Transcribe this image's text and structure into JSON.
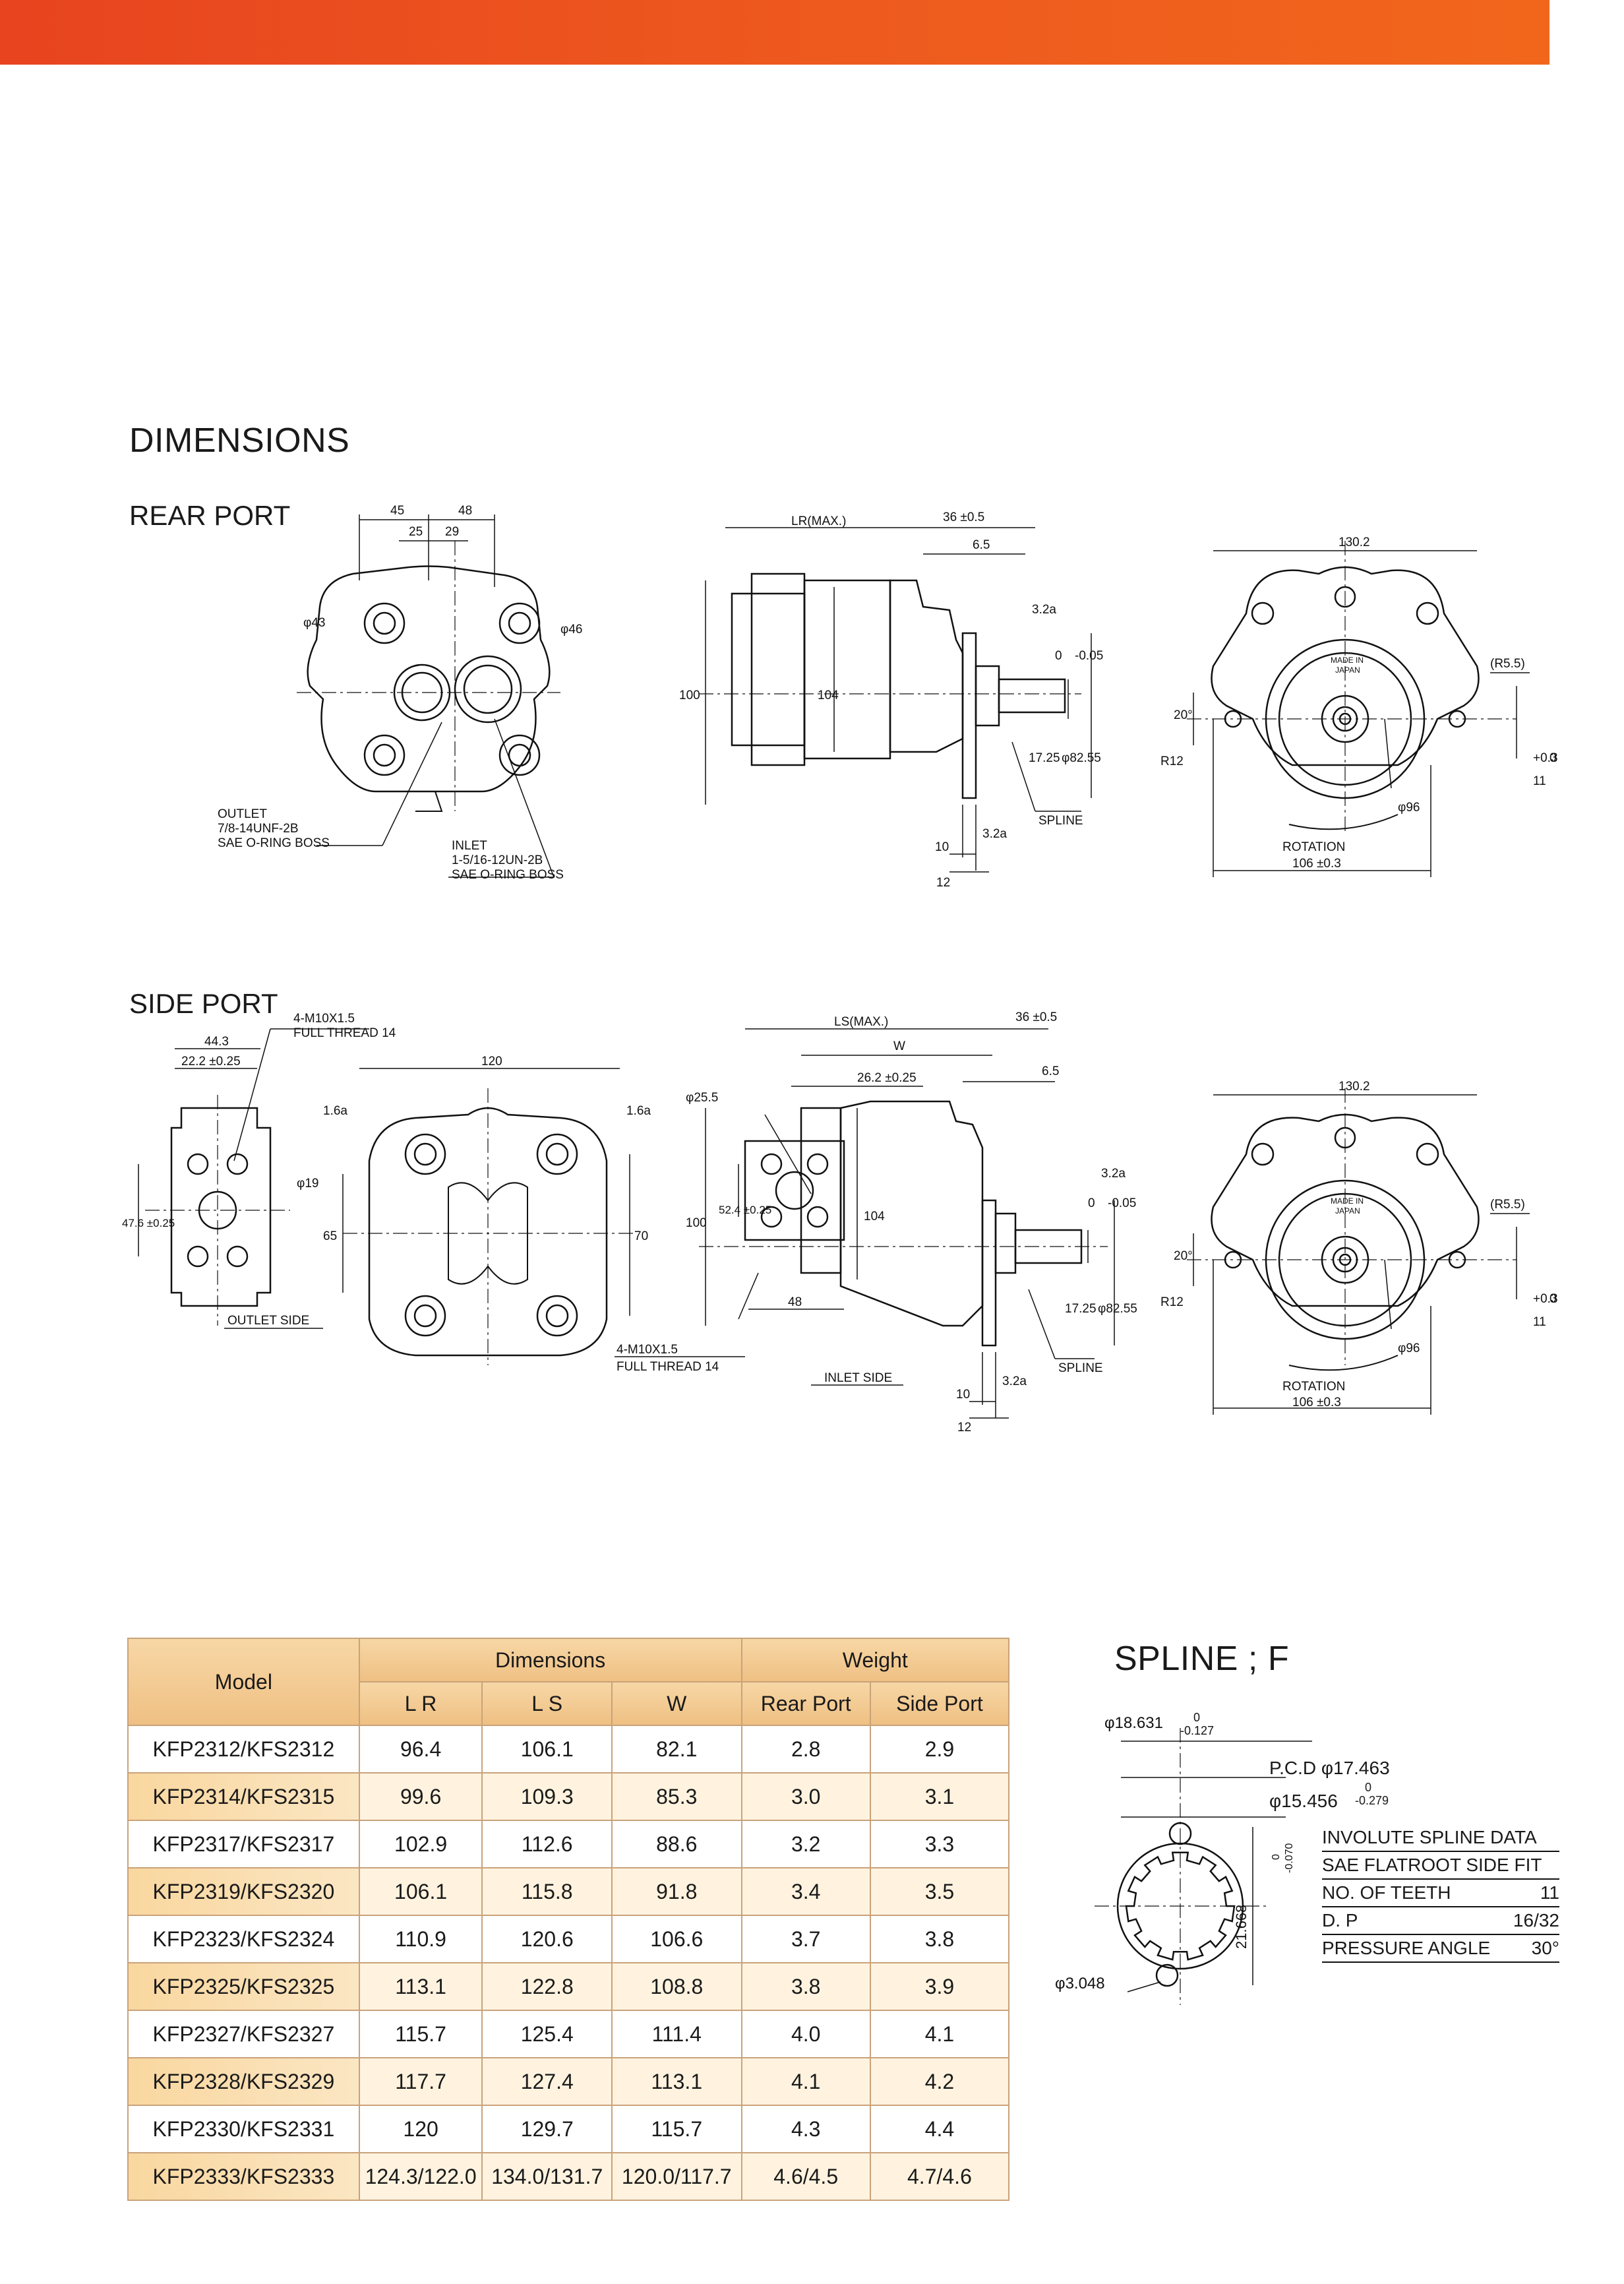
{
  "header": {
    "section_title": "DIMENSIONS"
  },
  "rear_port": {
    "title": "REAR PORT",
    "front_view": {
      "dims": [
        "45",
        "48",
        "25",
        "29"
      ],
      "port_labels": [
        "φ43",
        "φ46"
      ],
      "outlet": [
        "OUTLET",
        "7/8-14UNF-2B",
        "SAE O-RING BOSS"
      ],
      "inlet": [
        "INLET",
        "1-5/16-12UN-2B",
        "SAE O-RING BOSS"
      ]
    },
    "side_view": {
      "dims": [
        "LR(MAX.)",
        "36 ±0.5",
        "6.5",
        "3.2a",
        "100",
        "104",
        "17.25",
        "φ82.55",
        "0",
        "-0.05",
        "SPLINE",
        "10",
        "12",
        "3.2a"
      ]
    },
    "end_view": {
      "dims": [
        "130.2",
        "(R5.5)",
        "20°",
        "R12",
        "11",
        "+0.3",
        "0",
        "φ96",
        "ROTATION",
        "106 ±0.3"
      ],
      "plate": [
        "MADE IN",
        "JAPAN"
      ]
    }
  },
  "side_port": {
    "title": "SIDE PORT",
    "outlet_view": {
      "dims": [
        "44.3",
        "22.2 ±0.25",
        "47.6 ±0.25",
        "φ19"
      ],
      "thread": [
        "4-M10X1.5",
        "FULL THREAD 14"
      ],
      "caption": "OUTLET SIDE"
    },
    "body_view": {
      "dims": [
        "120",
        "65",
        "70",
        "1.6a",
        "1.6a"
      ],
      "thread": [
        "4-M10X1.5",
        "FULL THREAD 14"
      ]
    },
    "inlet_view": {
      "dims": [
        "LS(MAX.)",
        "36 ±0.5",
        "W",
        "6.5",
        "26.2 ±0.25",
        "φ25.5",
        "3.2a",
        "100",
        "52.4 ±0.25",
        "104",
        "17.25",
        "φ82.55",
        "0",
        "-0.05",
        "48",
        "SPLINE",
        "10",
        "12",
        "3.2a"
      ],
      "caption": "INLET SIDE"
    },
    "end_view": {
      "dims": [
        "130.2",
        "(R5.5)",
        "20°",
        "R12",
        "11",
        "+0.3",
        "0",
        "φ96",
        "ROTATION",
        "106 ±0.3"
      ],
      "plate": [
        "MADE IN",
        "JAPAN"
      ]
    }
  },
  "dimensions_table": {
    "model_header": "Model",
    "group_dimensions": "Dimensions",
    "group_weight": "Weight",
    "columns": [
      "L R",
      "L S",
      "W",
      "Rear Port",
      "Side Port"
    ],
    "rows": [
      {
        "model": "KFP2312/KFS2312",
        "lr": "96.4",
        "ls": "106.1",
        "w": "82.1",
        "rear": "2.8",
        "side": "2.9"
      },
      {
        "model": "KFP2314/KFS2315",
        "lr": "99.6",
        "ls": "109.3",
        "w": "85.3",
        "rear": "3.0",
        "side": "3.1"
      },
      {
        "model": "KFP2317/KFS2317",
        "lr": "102.9",
        "ls": "112.6",
        "w": "88.6",
        "rear": "3.2",
        "side": "3.3"
      },
      {
        "model": "KFP2319/KFS2320",
        "lr": "106.1",
        "ls": "115.8",
        "w": "91.8",
        "rear": "3.4",
        "side": "3.5"
      },
      {
        "model": "KFP2323/KFS2324",
        "lr": "110.9",
        "ls": "120.6",
        "w": "106.6",
        "rear": "3.7",
        "side": "3.8"
      },
      {
        "model": "KFP2325/KFS2325",
        "lr": "113.1",
        "ls": "122.8",
        "w": "108.8",
        "rear": "3.8",
        "side": "3.9"
      },
      {
        "model": "KFP2327/KFS2327",
        "lr": "115.7",
        "ls": "125.4",
        "w": "111.4",
        "rear": "4.0",
        "side": "4.1"
      },
      {
        "model": "KFP2328/KFS2329",
        "lr": "117.7",
        "ls": "127.4",
        "w": "113.1",
        "rear": "4.1",
        "side": "4.2"
      },
      {
        "model": "KFP2330/KFS2331",
        "lr": "120",
        "ls": "129.7",
        "w": "115.7",
        "rear": "4.3",
        "side": "4.4"
      },
      {
        "model": "KFP2333/KFS2333",
        "lr": "124.3/122.0",
        "ls": "134.0/131.7",
        "w": "120.0/117.7",
        "rear": "4.6/4.5",
        "side": "4.7/4.6"
      }
    ]
  },
  "spline": {
    "title": "SPLINE ; F",
    "od": "φ18.631",
    "od_tol_upper": "0",
    "od_tol_lower": "-0.127",
    "pcd": "P.C.D φ17.463",
    "minor": "φ15.456",
    "minor_tol_upper": "0",
    "minor_tol_lower": "-0.279",
    "pin": "φ3.048",
    "over_pins": "21.668",
    "over_pins_tol_upper": "0",
    "over_pins_tol_lower": "-0.070",
    "data_title": "INVOLUTE SPLINE DATA",
    "data_fit": "SAE FLATROOT SIDE FIT",
    "data_rows": [
      {
        "label": "NO. OF TEETH",
        "value": "11"
      },
      {
        "label": "D. P",
        "value": "16/32"
      },
      {
        "label": "PRESSURE ANGLE",
        "value": "30°"
      }
    ]
  }
}
